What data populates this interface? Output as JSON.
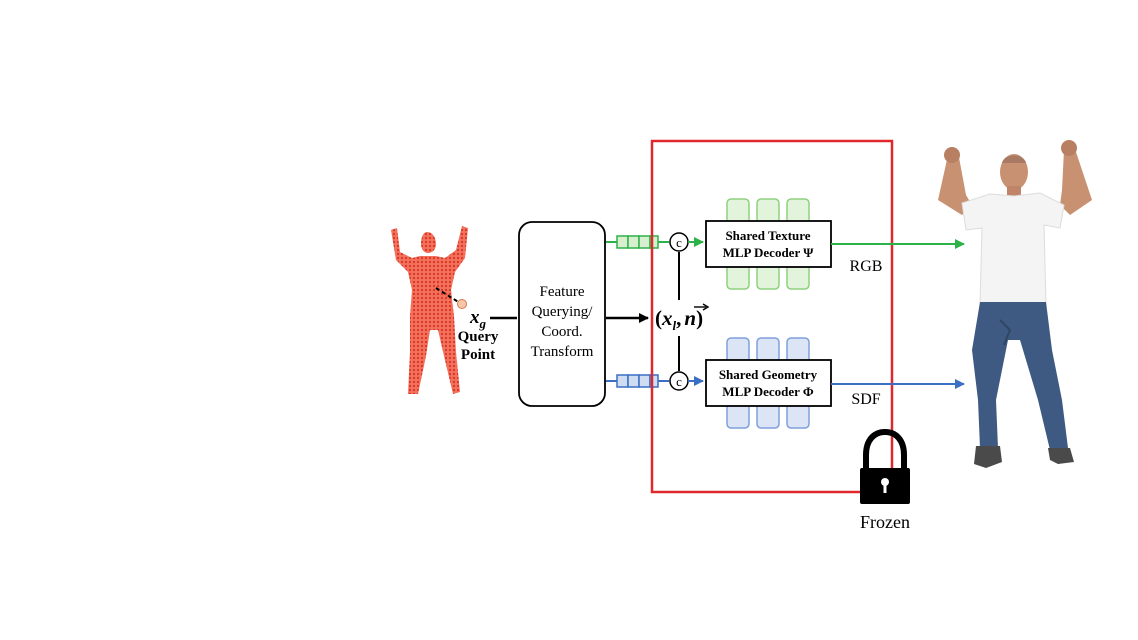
{
  "query": {
    "symbol": "x",
    "subscript": "g",
    "label_line1": "Query",
    "label_line2": "Point"
  },
  "feature_box": {
    "line1": "Feature",
    "line2": "Querying/",
    "line3": "Coord.",
    "line4": "Transform"
  },
  "concat_symbol": "c",
  "local_coords": {
    "open": "(",
    "x": "x",
    "x_sub": "l",
    "sep": ",",
    "n": "n",
    "close": ")"
  },
  "texture_decoder": {
    "line1": "Shared Texture",
    "line2": "MLP Decoder Ψ",
    "output": "RGB"
  },
  "geometry_decoder": {
    "line1": "Shared Geometry",
    "line2": "MLP Decoder Φ",
    "output": "SDF"
  },
  "frozen_label": "Frozen",
  "colors": {
    "frozen_box": "#e0282c",
    "texture": "#2fb14a",
    "texture_fill": "#d8efcf",
    "geometry": "#3a6fc4",
    "geometry_fill": "#cfdcf2",
    "body_point_cloud": "#e8472f",
    "shirt": "#f4f4f4",
    "jeans": "#3e5a82",
    "skin": "#c89272"
  },
  "icons": [
    "human-point-cloud-icon",
    "lock-icon",
    "human-render-icon"
  ]
}
